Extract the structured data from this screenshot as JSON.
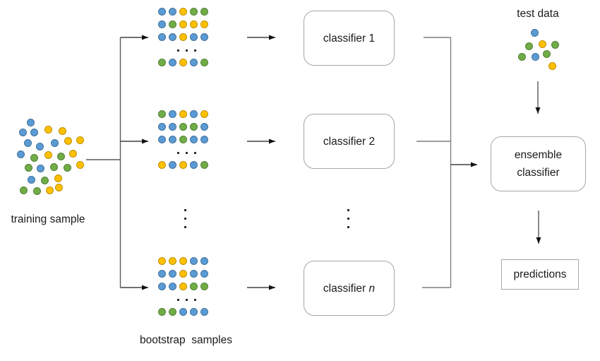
{
  "palette": {
    "blue": {
      "fill": "#5B9BD5",
      "border": "#41719C"
    },
    "yellow": {
      "fill": "#FFC000",
      "border": "#BF9000"
    },
    "green": {
      "fill": "#70AD47",
      "border": "#538135"
    }
  },
  "labels": {
    "training_sample": "training sample",
    "bootstrap_samples": "bootstrap  samples",
    "test_data": "test data"
  },
  "boxes": {
    "classifiers": [
      {
        "prefix": "classifier ",
        "suffix": "1"
      },
      {
        "prefix": "classifier ",
        "suffix": "2"
      },
      {
        "prefix": "classifier ",
        "suffix": "n"
      }
    ],
    "ensemble": {
      "line1": "ensemble",
      "line2": "classifier"
    },
    "predictions": "predictions"
  },
  "training_cluster": {
    "dot_size": 11,
    "dots": [
      [
        19,
        8,
        "b"
      ],
      [
        8,
        22,
        "b"
      ],
      [
        24,
        22,
        "b"
      ],
      [
        44,
        18,
        "y"
      ],
      [
        64,
        20,
        "y"
      ],
      [
        15,
        37,
        "b"
      ],
      [
        32,
        42,
        "b"
      ],
      [
        53,
        37,
        "b"
      ],
      [
        72,
        34,
        "y"
      ],
      [
        89,
        33,
        "y"
      ],
      [
        5,
        53,
        "b"
      ],
      [
        24,
        58,
        "g"
      ],
      [
        44,
        54,
        "y"
      ],
      [
        62,
        56,
        "g"
      ],
      [
        79,
        52,
        "y"
      ],
      [
        16,
        72,
        "g"
      ],
      [
        33,
        73,
        "b"
      ],
      [
        52,
        71,
        "g"
      ],
      [
        71,
        72,
        "g"
      ],
      [
        89,
        68,
        "y"
      ],
      [
        20,
        89,
        "b"
      ],
      [
        39,
        90,
        "g"
      ],
      [
        58,
        87,
        "y"
      ],
      [
        9,
        104,
        "g"
      ],
      [
        28,
        105,
        "g"
      ],
      [
        46,
        104,
        "y"
      ],
      [
        59,
        100,
        "y"
      ]
    ]
  },
  "test_cluster": {
    "dot_size": 11,
    "dots": [
      [
        22,
        6,
        "b"
      ],
      [
        14,
        25,
        "g"
      ],
      [
        33,
        22,
        "y"
      ],
      [
        51,
        23,
        "g"
      ],
      [
        4,
        40,
        "g"
      ],
      [
        23,
        40,
        "b"
      ],
      [
        39,
        36,
        "g"
      ],
      [
        47,
        53,
        "y"
      ]
    ]
  },
  "bootstrap_grids": [
    {
      "rows": [
        [
          "b",
          "b",
          "y",
          "g",
          "g"
        ],
        [
          "b",
          "g",
          "y",
          "y",
          "y"
        ],
        [
          "b",
          "b",
          "y",
          "b",
          "b"
        ]
      ],
      "last_row": [
        "g",
        "b",
        "y",
        "b",
        "g"
      ]
    },
    {
      "rows": [
        [
          "g",
          "b",
          "y",
          "b",
          "y"
        ],
        [
          "b",
          "b",
          "g",
          "g",
          "b"
        ],
        [
          "b",
          "b",
          "g",
          "b",
          "b"
        ]
      ],
      "last_row": [
        "y",
        "b",
        "y",
        "b",
        "g"
      ]
    },
    {
      "rows": [
        [
          "y",
          "y",
          "y",
          "b",
          "b"
        ],
        [
          "b",
          "b",
          "y",
          "b",
          "b"
        ],
        [
          "b",
          "b",
          "y",
          "g",
          "g"
        ]
      ],
      "last_row": [
        "g",
        "g",
        "b",
        "b",
        "b"
      ]
    }
  ]
}
